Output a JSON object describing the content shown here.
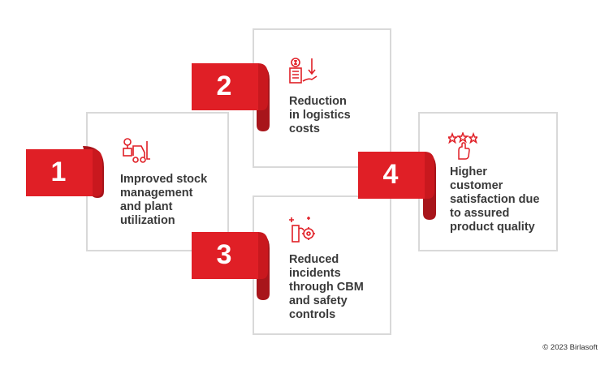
{
  "accent_color": "#e01f26",
  "accent_dark": "#a8151b",
  "steps": [
    {
      "number": "1",
      "text": "Improved stock\nmanagement\nand plant\nutilization",
      "icon": "forklift-icon"
    },
    {
      "number": "2",
      "text": "Reduction\nin logistics\ncosts",
      "icon": "cost-reduction-icon"
    },
    {
      "number": "3",
      "text": "Reduced\nincidents\nthrough CBM\nand safety\ncontrols",
      "icon": "gear-hand-icon"
    },
    {
      "number": "4",
      "text": "Higher\ncustomer\nsatisfaction due\nto assured\nproduct quality",
      "icon": "rating-stars-icon"
    }
  ],
  "footer": "© 2023 Birlasoft"
}
